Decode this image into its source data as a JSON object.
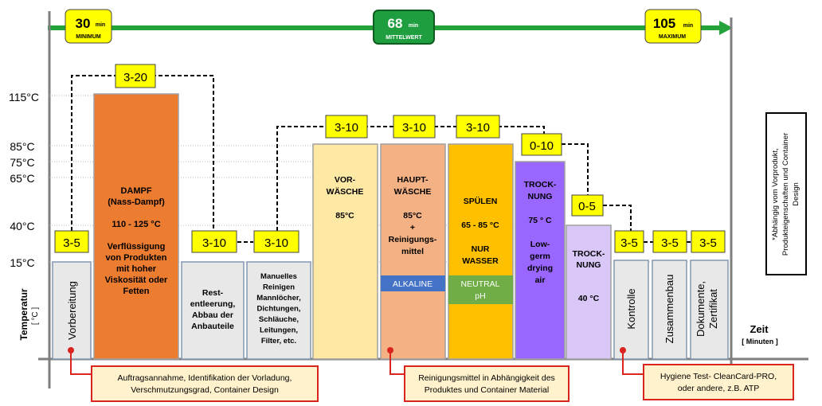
{
  "timeline": {
    "minimum": {
      "value": "30",
      "unit": "min",
      "label": "MINIMUM"
    },
    "average": {
      "value": "68",
      "unit": "min",
      "label": "MITTELWERT"
    },
    "maximum": {
      "value": "105",
      "unit": "min",
      "label": "MAXIMUM"
    }
  },
  "axes": {
    "y_label": "Temperatur",
    "y_unit": "[ °C ]",
    "y_ticks": [
      "115°C",
      "85°C",
      "75°C",
      "65°C",
      "40°C",
      "15°C"
    ],
    "x_label": "Zeit",
    "x_unit": "[ Minuten ]"
  },
  "durations": [
    "3-20",
    "3-5",
    "3-10",
    "3-10",
    "3-10",
    "3-10",
    "3-10",
    "0-10",
    "0-5",
    "3-5",
    "3-5",
    "3-5"
  ],
  "steps": {
    "vorbereitung": "Vorbereitung",
    "dampf": [
      "DAMPF",
      "(Nass-Dampf)",
      "",
      "110 - 125 °C",
      "",
      "Verflüssigung",
      "von Produkten",
      "mit hoher",
      "Viskosität oder",
      "Fetten"
    ],
    "rest": [
      "Rest-",
      "entleerung,",
      "Abbau der",
      "Anbauteile"
    ],
    "manuelles": [
      "Manuelles",
      "Reinigen",
      "Mannlöcher,",
      "Dichtungen,",
      "Schläuche,",
      "Leitungen,",
      "Filter, etc."
    ],
    "vorwaesche": [
      "VOR-",
      "WÄSCHE",
      "",
      "85°C"
    ],
    "hauptwaesche": [
      "HAUPT-",
      "WÄSCHE",
      "",
      "85°C",
      "+",
      "Reinigungs-",
      "mittel"
    ],
    "alkaline": "ALKALINE",
    "spuelen": [
      "SPÜLEN",
      "",
      "65 - 85 °C",
      "",
      "NUR",
      "WASSER"
    ],
    "neutral": [
      "NEUTRAL",
      "pH"
    ],
    "trocknung1": [
      "TROCK-",
      "NUNG",
      "",
      "75 ° C",
      "",
      "Low-",
      "germ",
      "drying",
      "air"
    ],
    "trocknung2": [
      "TROCK-",
      "NUNG",
      "",
      "",
      "40 °C"
    ],
    "kontrolle": "Kontrolle",
    "zusammenbau": "Zusammenbau",
    "dokumente": [
      "Dokumente,",
      "Zertifikat"
    ]
  },
  "notes": {
    "note1": [
      "Auftragsannahme, Identifikation der Vorladung,",
      "Verschmutzungsgrad, Container Design"
    ],
    "note2": [
      "Reinigungsmittel in Abhängigkeit des",
      "Produktes und Container Material"
    ],
    "note3": [
      "Hygiene Test- CleanCard-PRO,",
      "oder andere, z.B. ATP"
    ]
  },
  "side_note": [
    "*Abhängig vom Vorprodukt,",
    "Produkteigenschaften und Container",
    "Design"
  ],
  "colors": {
    "timeline_green": "#23a33a",
    "badge_yellow": "#ffff00",
    "badge_green": "#1e9e3e",
    "gray_box": "#e8e8e8",
    "dampf_orange": "#ec7c30",
    "vor_yellow": "#fde8a4",
    "haupt_salmon": "#f4b183",
    "alkaline_blue": "#4472c4",
    "spuelen_orange": "#ffc000",
    "neutral_green": "#70ad47",
    "trock1_purple": "#9966ff",
    "trock2_lavender": "#d8c7f7",
    "note_red": "#d9251d",
    "note_fill": "#fff2cc"
  }
}
